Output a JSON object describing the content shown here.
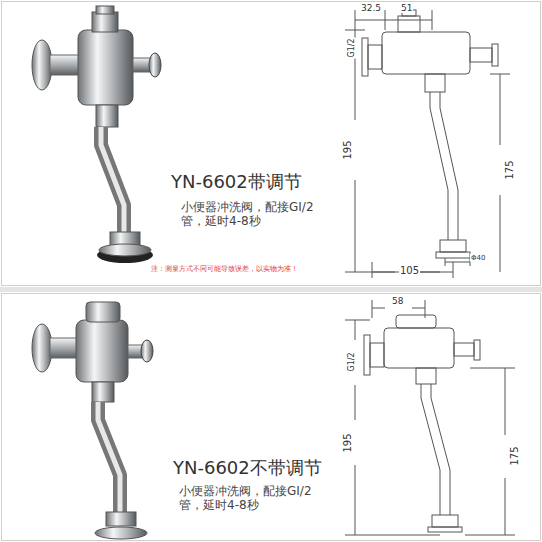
{
  "diagram": {
    "labels": [
      "32.5",
      "51",
      "G1/2",
      "195",
      "175",
      "105",
      "Φ40",
      "YN-6602带调节",
      "小便器冲洗阀，配接GI/2管，延时4-8秒",
      "注：测量方式不同可能导致误差，以实物为准！",
      "58",
      "G1/2",
      "195",
      "175",
      "YN-6602不带调节",
      "小便器冲洗阀，配接GI/2管，延时4-8秒"
    ]
  }
}
